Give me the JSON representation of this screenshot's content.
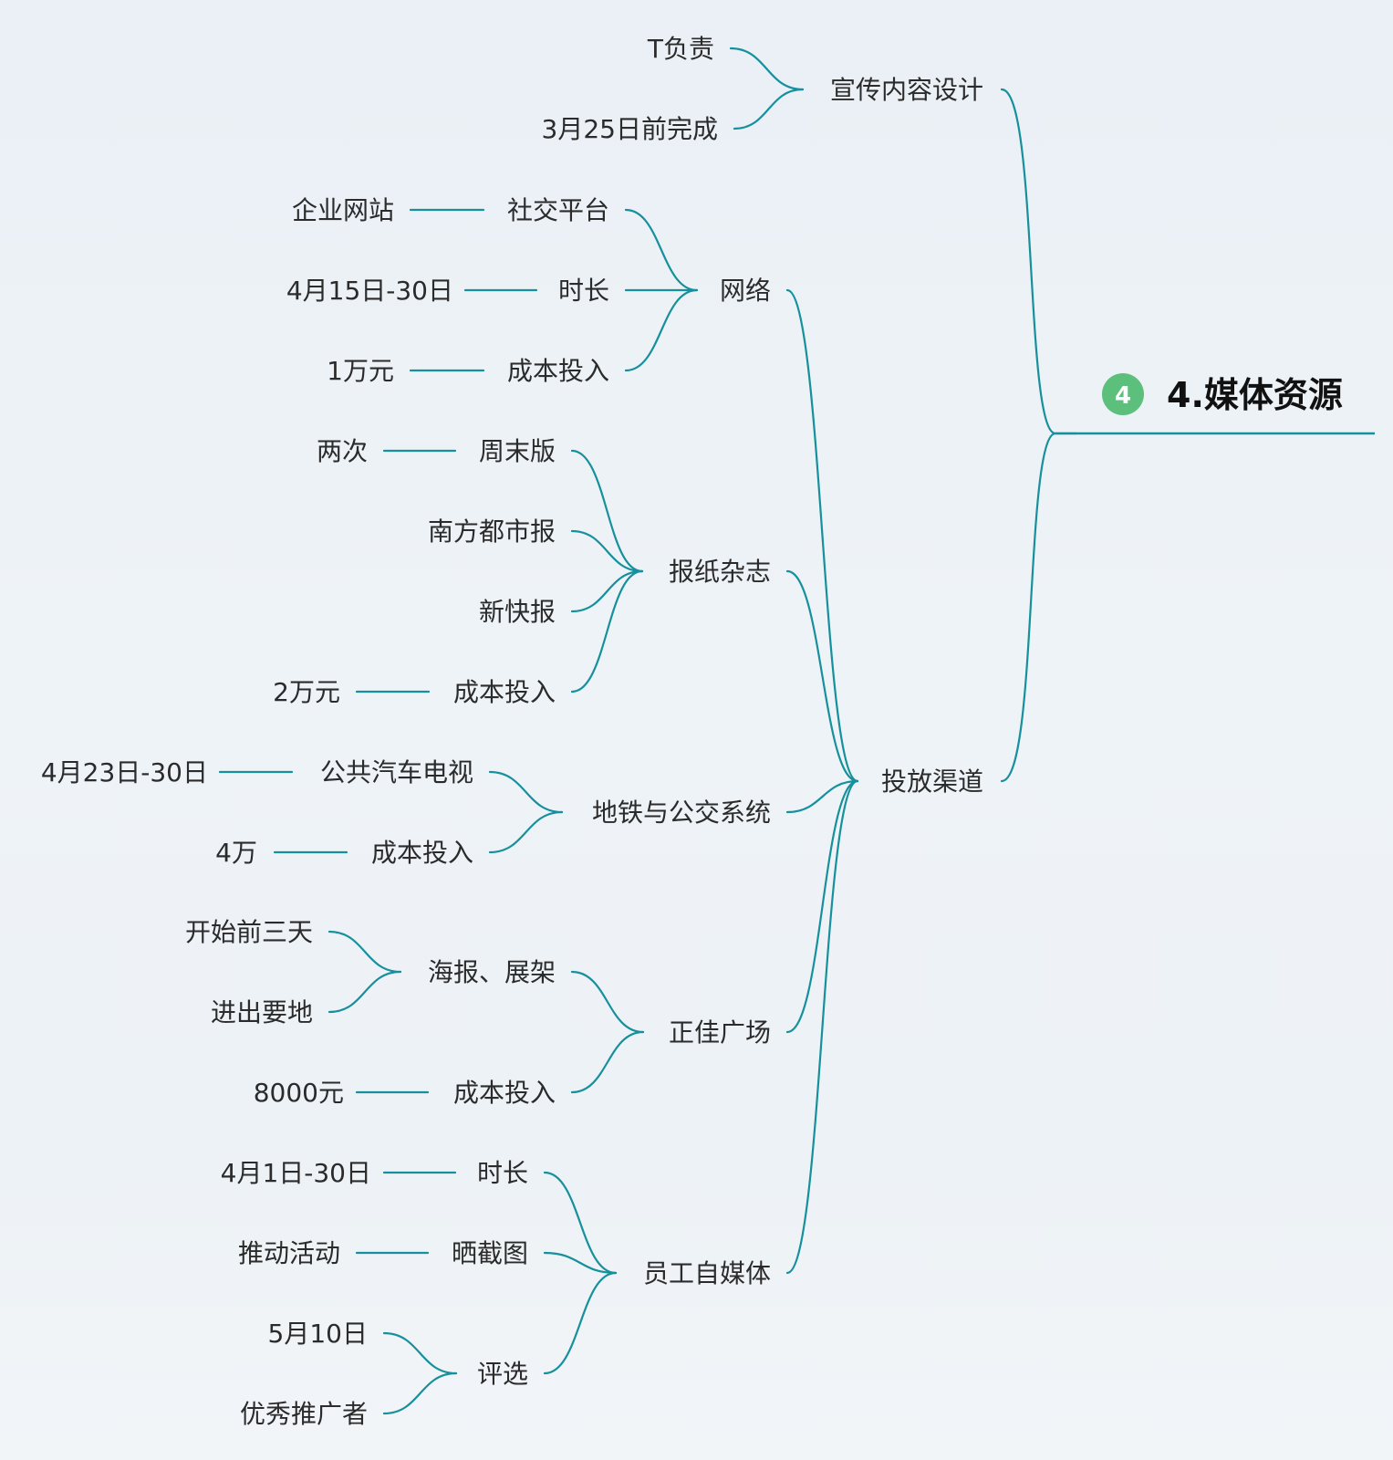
{
  "mindmap": {
    "root": {
      "badge": "4",
      "label": "4.媒体资源",
      "colors": {
        "badge": "#5cbf7c",
        "line": "#16909c",
        "text": "#111111"
      }
    },
    "nodes": [
      {
        "id": "design",
        "label": "宣传内容设计"
      },
      {
        "id": "design_owner",
        "label": "T负责"
      },
      {
        "id": "design_deadline",
        "label": "3月25日前完成"
      },
      {
        "id": "channels",
        "label": "投放渠道"
      },
      {
        "id": "net",
        "label": "网络"
      },
      {
        "id": "net_social",
        "label": "社交平台"
      },
      {
        "id": "net_social_site",
        "label": "企业网站"
      },
      {
        "id": "net_duration",
        "label": "时长"
      },
      {
        "id": "net_duration_val",
        "label": "4月15日-30日"
      },
      {
        "id": "net_cost",
        "label": "成本投入"
      },
      {
        "id": "net_cost_val",
        "label": "1万元"
      },
      {
        "id": "paper",
        "label": "报纸杂志"
      },
      {
        "id": "paper_weekend",
        "label": "周末版"
      },
      {
        "id": "paper_weekend_val",
        "label": "两次"
      },
      {
        "id": "paper_nandu",
        "label": "南方都市报"
      },
      {
        "id": "paper_xkb",
        "label": "新快报"
      },
      {
        "id": "paper_cost",
        "label": "成本投入"
      },
      {
        "id": "paper_cost_val",
        "label": "2万元"
      },
      {
        "id": "transit",
        "label": "地铁与公交系统"
      },
      {
        "id": "transit_tv",
        "label": "公共汽车电视"
      },
      {
        "id": "transit_tv_val",
        "label": "4月23日-30日"
      },
      {
        "id": "transit_cost",
        "label": "成本投入"
      },
      {
        "id": "transit_cost_val",
        "label": "4万"
      },
      {
        "id": "plaza",
        "label": "正佳广场"
      },
      {
        "id": "plaza_poster",
        "label": "海报、展架"
      },
      {
        "id": "plaza_poster_time",
        "label": "开始前三天"
      },
      {
        "id": "plaza_poster_place",
        "label": "进出要地"
      },
      {
        "id": "plaza_cost",
        "label": "成本投入"
      },
      {
        "id": "plaza_cost_val",
        "label": "8000元"
      },
      {
        "id": "staff",
        "label": "员工自媒体"
      },
      {
        "id": "staff_duration",
        "label": "时长"
      },
      {
        "id": "staff_duration_val",
        "label": "4月1日-30日"
      },
      {
        "id": "staff_screenshot",
        "label": "晒截图"
      },
      {
        "id": "staff_screenshot_val",
        "label": "推动活动"
      },
      {
        "id": "staff_select",
        "label": "评选"
      },
      {
        "id": "staff_select_date",
        "label": "5月10日"
      },
      {
        "id": "staff_select_who",
        "label": "优秀推广者"
      }
    ]
  }
}
